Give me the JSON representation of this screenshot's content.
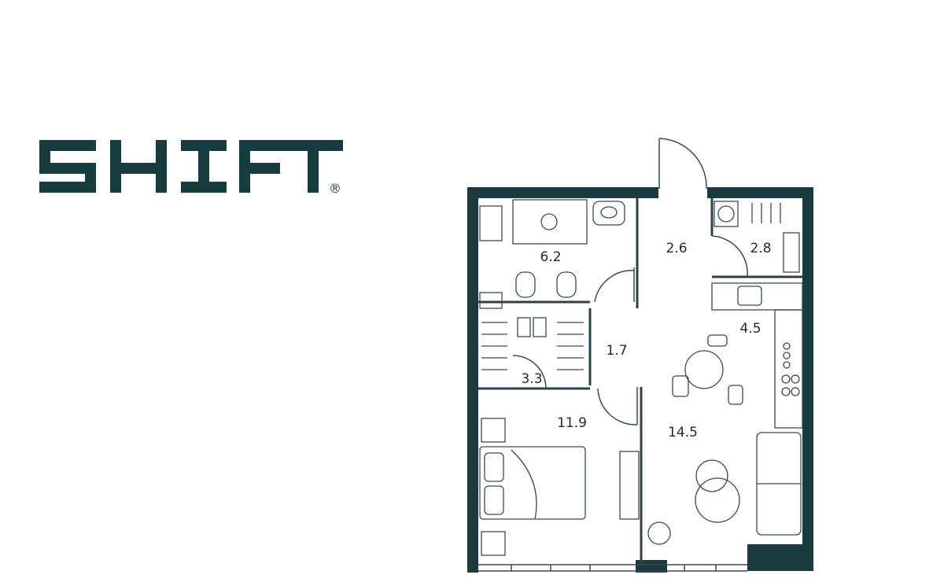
{
  "brand": {
    "logo_text": "SHIFT",
    "registered_mark": "®",
    "color": "#173c40"
  },
  "plan": {
    "wall_color": "#1b3a40",
    "line_color": "#3a4a4d",
    "rooms": [
      {
        "id": "bathroom",
        "area": "6.2"
      },
      {
        "id": "hall",
        "area": "2.6"
      },
      {
        "id": "utility",
        "area": "2.8"
      },
      {
        "id": "kitchen",
        "area": "4.5"
      },
      {
        "id": "corridor",
        "area": "1.7"
      },
      {
        "id": "wardrobe",
        "area": "3.3"
      },
      {
        "id": "bedroom",
        "area": "11.9"
      },
      {
        "id": "living",
        "area": "14.5"
      }
    ]
  }
}
